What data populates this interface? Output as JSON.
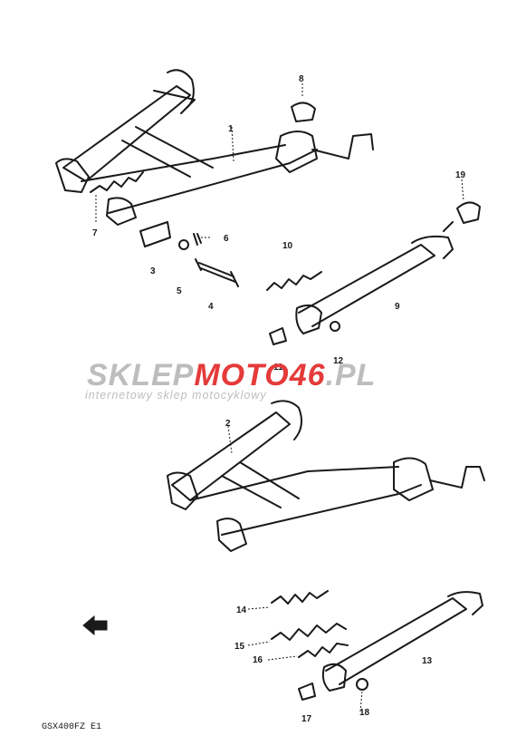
{
  "model_code": "GSX400FZ  E1",
  "watermark": {
    "brand_prefix": "SKLEP",
    "brand_moto": "MOTO",
    "brand_number": "46",
    "brand_suffix": ".PL",
    "tagline": "internetowy sklep motocyklowy",
    "colors": {
      "grey": "#bdbdbd",
      "red": "#e53a3a"
    }
  },
  "callouts": {
    "c1": "1",
    "c2": "2",
    "c3": "3",
    "c4": "4",
    "c5": "5",
    "c6": "6",
    "c7": "7",
    "c8": "8",
    "c9": "9",
    "c10": "10",
    "c11": "11",
    "c12": "12",
    "c13": "13",
    "c14": "14",
    "c15": "15",
    "c16": "16",
    "c17": "17",
    "c18": "18",
    "c19": "19"
  }
}
